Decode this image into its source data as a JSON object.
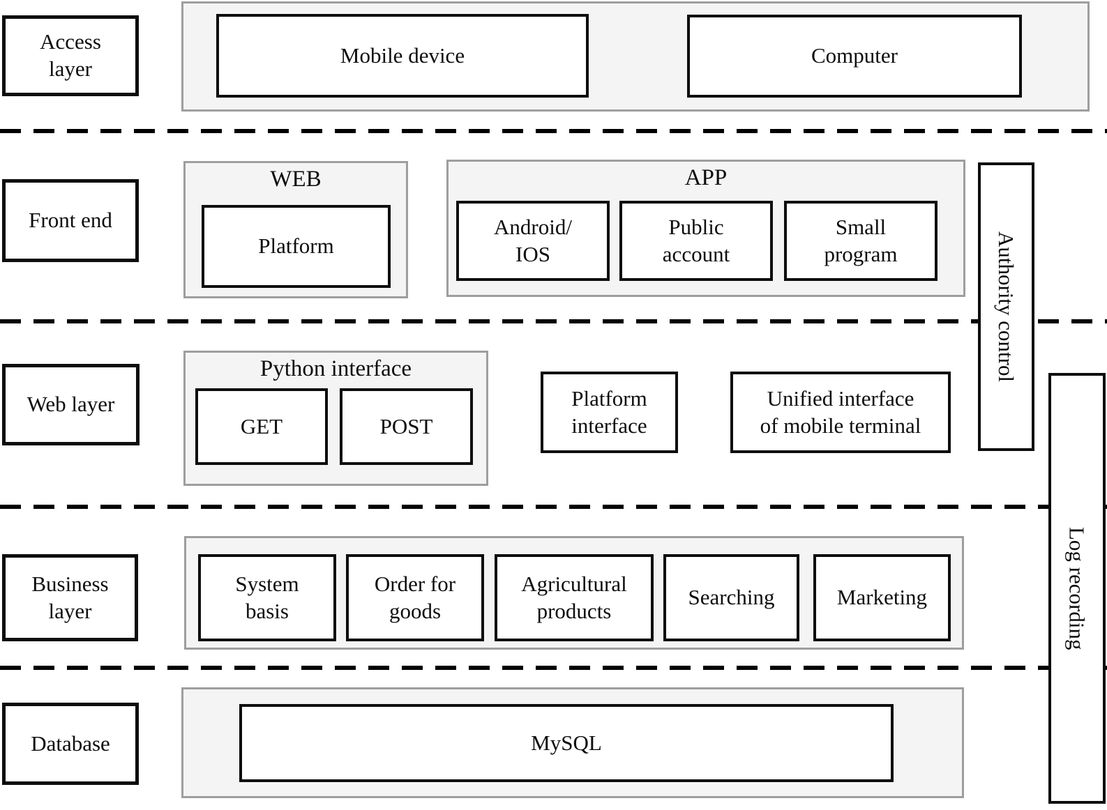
{
  "diagram": {
    "rows": {
      "access": {
        "layer_label": "Access\nlayer",
        "mobile_device": "Mobile device",
        "computer": "Computer"
      },
      "front_end": {
        "layer_label": "Front end",
        "web_group_title": "WEB",
        "platform": "Platform",
        "app_group_title": "APP",
        "android_ios": "Android/\nIOS",
        "public_account": "Public\naccount",
        "small_program": "Small\nprogram"
      },
      "web_layer": {
        "layer_label": "Web layer",
        "python_group_title": "Python interface",
        "get": "GET",
        "post": "POST",
        "platform_interface": "Platform\ninterface",
        "unified_interface": "Unified interface\nof mobile terminal"
      },
      "business": {
        "layer_label": "Business\nlayer",
        "system_basis": "System\nbasis",
        "order_for_goods": "Order for\ngoods",
        "agricultural_products": "Agricultural\nproducts",
        "searching": "Searching",
        "marketing": "Marketing"
      },
      "database": {
        "layer_label": "Database",
        "mysql": "MySQL"
      }
    },
    "sidebars": {
      "authority_control": "Authority control",
      "log_recording": "Log recording"
    },
    "colors": {
      "container_bg": "#f4f4f4",
      "container_border": "#9e9e9e",
      "box_border": "#0d0d0d",
      "dash_color": "#000000",
      "background": "#ffffff"
    }
  }
}
